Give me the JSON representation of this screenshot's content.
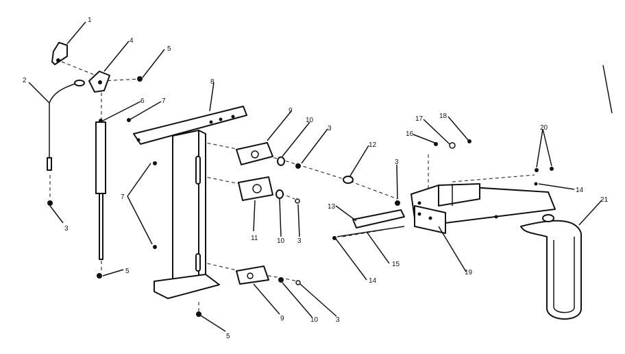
{
  "diagram": {
    "callouts": [
      {
        "id": "c1",
        "label": "1"
      },
      {
        "id": "c2",
        "label": "2"
      },
      {
        "id": "c3a",
        "label": "3"
      },
      {
        "id": "c4",
        "label": "4"
      },
      {
        "id": "c5a",
        "label": "5"
      },
      {
        "id": "c6",
        "label": "6"
      },
      {
        "id": "c7a",
        "label": "7"
      },
      {
        "id": "c8",
        "label": "8"
      },
      {
        "id": "c9a",
        "label": "9"
      },
      {
        "id": "c10a",
        "label": "10"
      },
      {
        "id": "c3b",
        "label": "3"
      },
      {
        "id": "c7b",
        "label": "7"
      },
      {
        "id": "c11",
        "label": "11"
      },
      {
        "id": "c10b",
        "label": "10"
      },
      {
        "id": "c3c",
        "label": "3"
      },
      {
        "id": "c5b",
        "label": "5"
      },
      {
        "id": "c9b",
        "label": "9"
      },
      {
        "id": "c10c",
        "label": "10"
      },
      {
        "id": "c3d",
        "label": "3"
      },
      {
        "id": "c5c",
        "label": "5"
      },
      {
        "id": "c12",
        "label": "12"
      },
      {
        "id": "c3e",
        "label": "3"
      },
      {
        "id": "c13",
        "label": "13"
      },
      {
        "id": "c14a",
        "label": "14"
      },
      {
        "id": "c15",
        "label": "15"
      },
      {
        "id": "c16",
        "label": "16"
      },
      {
        "id": "c17",
        "label": "17"
      },
      {
        "id": "c18",
        "label": "18"
      },
      {
        "id": "c19",
        "label": "19"
      },
      {
        "id": "c20",
        "label": "20"
      },
      {
        "id": "c14b",
        "label": "14"
      },
      {
        "id": "c21",
        "label": "21"
      }
    ]
  }
}
